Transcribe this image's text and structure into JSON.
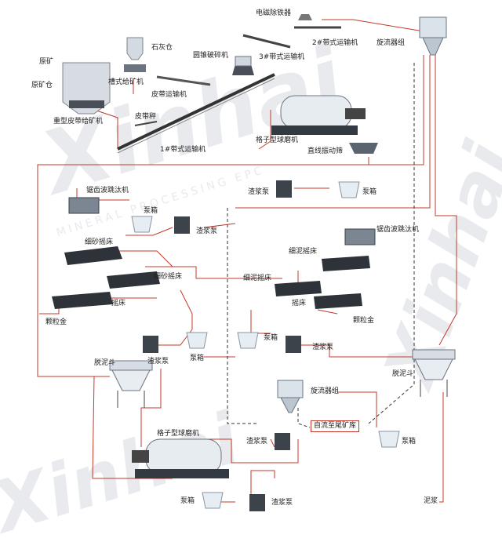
{
  "watermark": {
    "brand": "Xinhai",
    "sub": "MINERAL PROCESSING EPC"
  },
  "colors": {
    "flow_line": "#c0392b",
    "machine_dark": "#3a3f47",
    "machine_light": "#cfd6de",
    "tank": "#dde6ee"
  },
  "labels": {
    "raw_ore": "原矿",
    "raw_ore_bin": "原矿仓",
    "heavy_apron_feeder": "重型皮带给矿机",
    "lime_bin": "石灰仓",
    "trough_feeder": "槽式给矿机",
    "belt_conveyor": "皮带运输机",
    "belt_scale": "皮带秤",
    "conveyor_1": "1#带式运输机",
    "magnetic_separator": "电磁除铁器",
    "conveyor_2": "2#带式运输机",
    "conveyor_3": "3#带式运输机",
    "cone_crusher": "圆锥破碎机",
    "cyclone_group_top": "旋流器组",
    "grate_ball_mill_top": "格子型球磨机",
    "linear_screen": "直线振动筛",
    "slurry_pump_1": "渣浆泵",
    "pump_box_1": "泵箱",
    "sawtooth_jig_left": "锯齿波跳汰机",
    "pump_box_2": "泵箱",
    "slurry_pump_2": "渣浆泵",
    "sawtooth_jig_right": "锯齿波跳汰机",
    "fine_sand_table_1": "细砂摇床",
    "fine_sand_table_2": "细砂摇床",
    "table_left": "摇床",
    "coarse_gold_left": "颗粒金",
    "fine_slime_table_1": "细泥摇床",
    "fine_slime_table_2": "细泥摇床",
    "table_right": "摇床",
    "coarse_gold_right": "颗粒金",
    "pump_box_3": "泵箱",
    "slurry_pump_3": "渣浆泵",
    "slurry_pump_4": "渣浆泵",
    "pump_box_4": "泵箱",
    "desliming_left": "脱泥斗",
    "desliming_right": "脱泥斗",
    "cyclone_group_mid": "旋流器组",
    "gravity_to_tailings": "自流至尾矿库",
    "slurry_pump_5": "渣浆泵",
    "pump_box_5": "泵箱",
    "grate_ball_mill_bottom": "格子型球磨机",
    "pump_box_6": "泵箱",
    "slurry_pump_6": "渣浆泵",
    "slime": "泥浆"
  }
}
